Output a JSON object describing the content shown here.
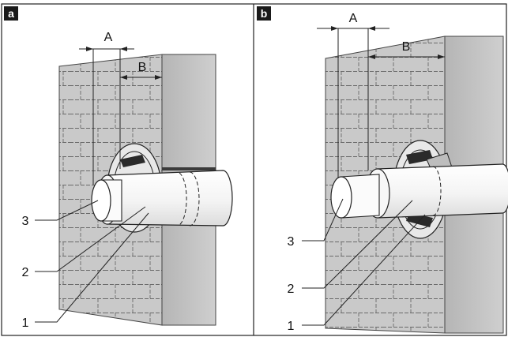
{
  "panels": [
    {
      "badge": "a",
      "dim_a": "A",
      "dim_b": "B",
      "callouts": [
        "3",
        "2",
        "1"
      ]
    },
    {
      "badge": "b",
      "dim_a": "A",
      "dim_b": "B",
      "callouts": [
        "3",
        "2",
        "1"
      ]
    }
  ],
  "colors": {
    "frame": "#222222",
    "wall": "#c9c9c9",
    "brick_line": "#555555",
    "reveal": "#bdbdbd",
    "pipe": "#ffffff",
    "badge_bg": "#1a1a1a",
    "badge_text": "#ffffff"
  }
}
